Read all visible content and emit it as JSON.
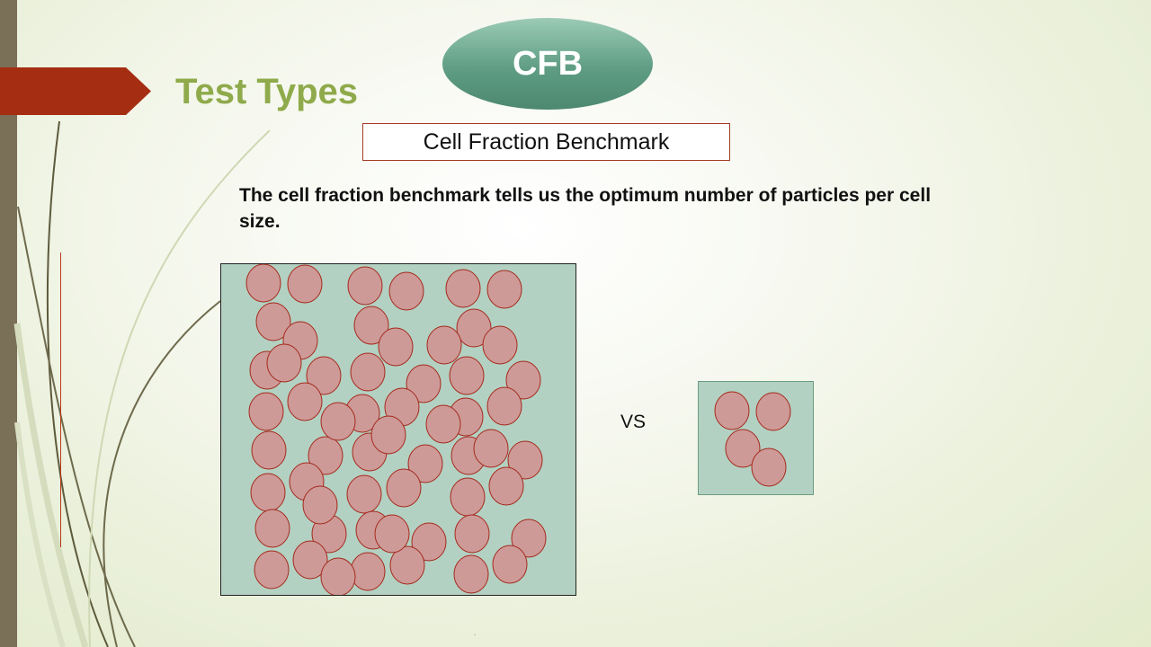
{
  "slide": {
    "title": "Test Types",
    "badge": "CFB",
    "subtitle": "Cell Fraction Benchmark",
    "description": "The cell fraction benchmark tells us the optimum number of particles per cell size.",
    "comparison_label": "VS",
    "footer_mark": "."
  },
  "diagram": {
    "large_cell_particle_count": 57,
    "small_cell_particle_count": 4,
    "cell_color": "#b3d1c3",
    "particle_color": "#cd9a98",
    "particle_border_color": "#a52a1c"
  },
  "theme": {
    "accent": "#a52e12",
    "title_color": "#8faa4b",
    "badge_color": "#5f9d84"
  }
}
